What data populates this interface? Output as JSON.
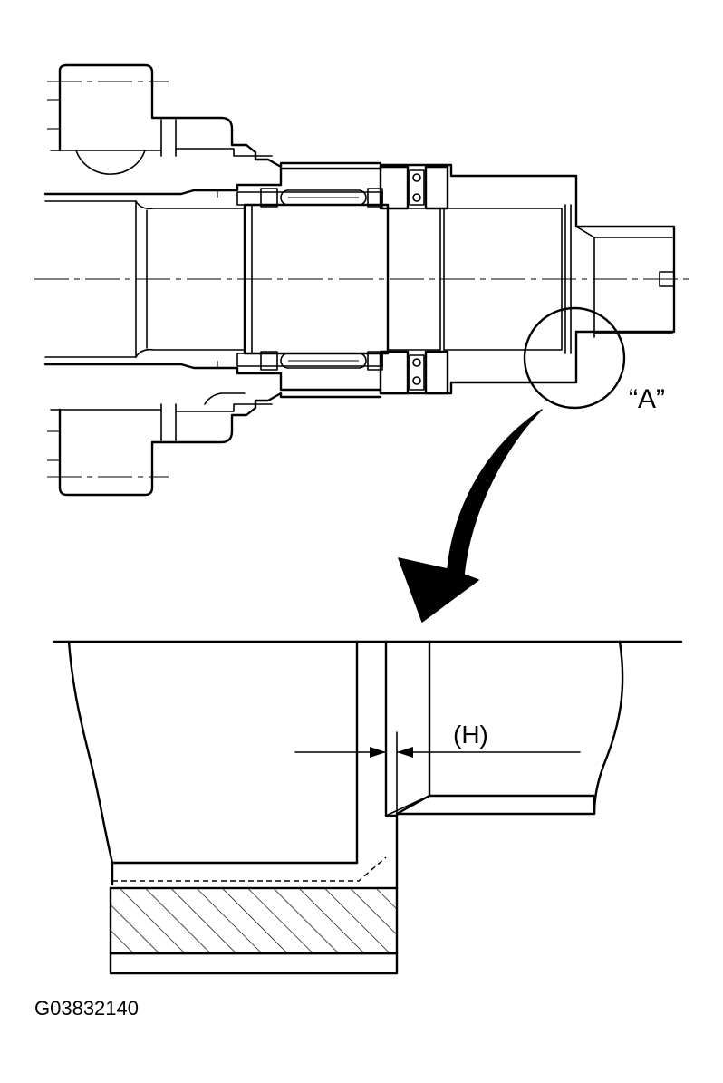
{
  "diagram": {
    "callout_label": "“A”",
    "dimension_label": "(H)",
    "figure_id": "G03832140"
  }
}
